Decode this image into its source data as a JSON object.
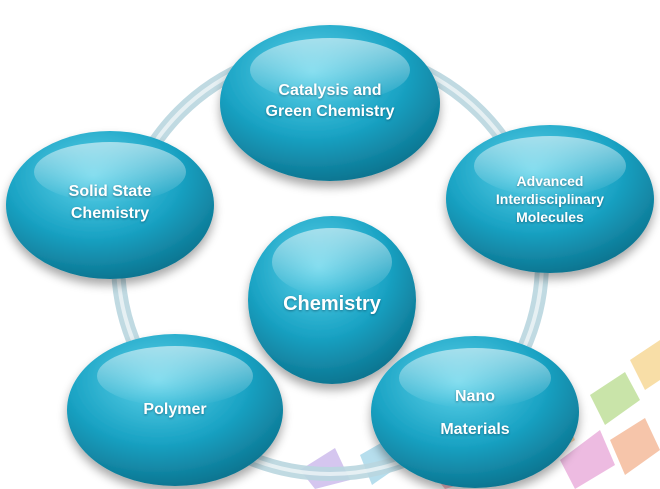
{
  "diagram": {
    "center": {
      "label": "Chemistry"
    },
    "nodes": [
      {
        "id": "catalysis",
        "lines": [
          "Catalysis and",
          "Green Chemistry"
        ]
      },
      {
        "id": "advanced",
        "lines": [
          "Advanced",
          "Interdisciplinary",
          "Molecules"
        ]
      },
      {
        "id": "nano",
        "lines": [
          "Nano",
          "Materials"
        ]
      },
      {
        "id": "polymer",
        "lines": [
          "Polymer"
        ]
      },
      {
        "id": "solid-state",
        "lines": [
          "Solid State",
          "Chemistry"
        ]
      }
    ]
  },
  "colors": {
    "bubble_light": "#5fd3ea",
    "bubble_mid": "#1aa3c4",
    "bubble_dark": "#0b6f8a",
    "ring": "#b9d6df"
  }
}
